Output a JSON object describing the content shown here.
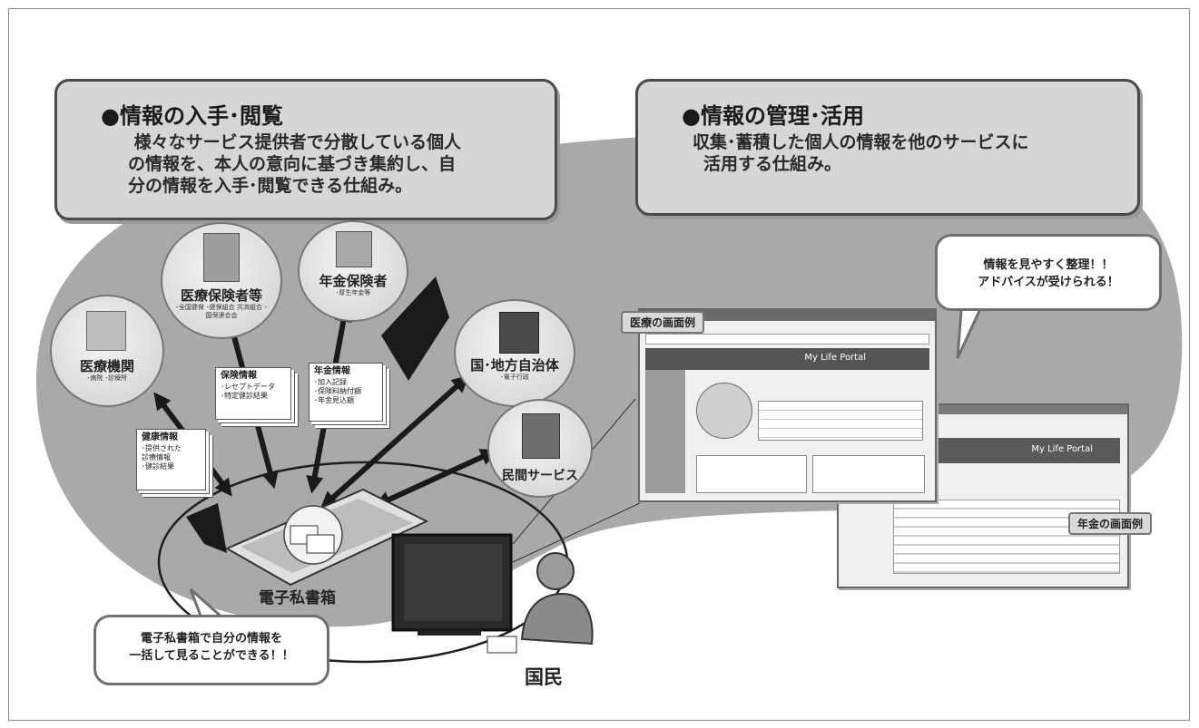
{
  "left_box": {
    "title": "●情報の入手･閲覧",
    "lines": [
      " 様々なサービス提供者で分散している個人",
      "の情報を、本人の意向に基づき集約し、自",
      "分の情報を入手･閲覧できる仕組み。"
    ]
  },
  "right_box": {
    "title": "●情報の管理･活用",
    "lines": [
      "収集･蓄積した個人の情報を他のサービスに",
      "活用する仕組み。"
    ]
  },
  "nodes": {
    "medical_institution": {
      "name": "医療機関",
      "sub": "･病院 ･診療所"
    },
    "medical_insurer": {
      "name": "医療保険者等",
      "sub": "･全国健保 ･健保組合 共済組合 ･国保連合会"
    },
    "pension_insurer": {
      "name": "年金保険者",
      "sub": "･厚生年金等"
    },
    "government": {
      "name": "国･地方自治体",
      "sub": "･電子行政"
    },
    "private_service": {
      "name": "民間サービス"
    }
  },
  "docs": {
    "health": {
      "title": "健康情報",
      "lines": [
        "･提供された",
        "診療情報",
        "･健診結果"
      ]
    },
    "insurance": {
      "title": "保険情報",
      "lines": [
        "･レセプトデータ",
        "･特定健診結果"
      ]
    },
    "pension": {
      "title": "年金情報",
      "lines": [
        "･加入記録",
        "･保険料納付額",
        "･年金見込額"
      ]
    }
  },
  "private_box_label": "電子私書箱",
  "citizen_label": "国民",
  "bubble_bottom": [
    "電子私書箱で自分の情報を",
    "一括して見ることができる！！"
  ],
  "bubble_top": [
    "情報を見やすく整理！！",
    "アドバイスが受けられる！"
  ],
  "screen_medical": {
    "tag": "医療の画面例",
    "portal": "My Life Portal"
  },
  "screen_pension": {
    "tag": "年金の画面例",
    "portal": "My Life Portal"
  }
}
